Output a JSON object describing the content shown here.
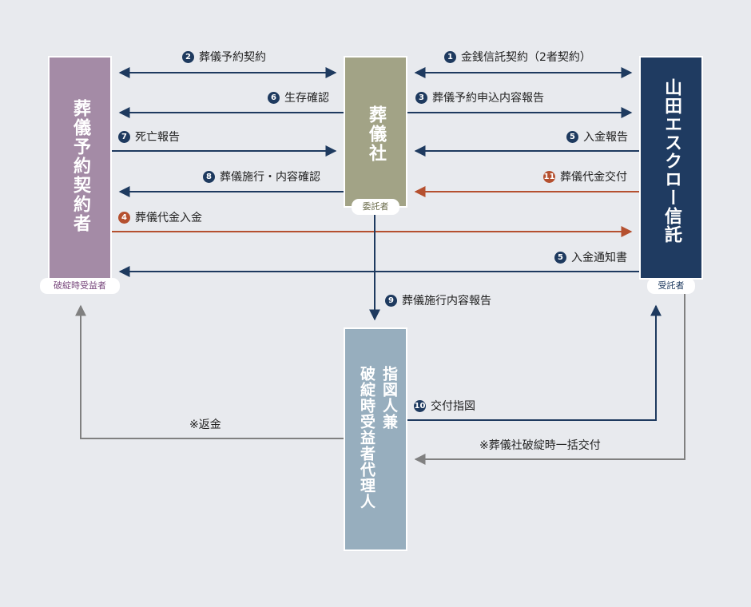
{
  "colors": {
    "navy": "#1e3a5f",
    "orange": "#b5502f",
    "gray": "#808080",
    "purple": "#a48ba6",
    "olive": "#a2a386",
    "steel": "#97aebe",
    "navy_box": "#1f3b61"
  },
  "entities": {
    "contractor": {
      "name": "葬儀予約契約者",
      "role": "破綻時受益者"
    },
    "funeral": {
      "name": "葬儀社",
      "role": "委託者"
    },
    "escrow": {
      "name": "山田エスクロー信託",
      "role": "受託者"
    },
    "agent": {
      "name": "指図人兼 破綻時受益者代理人",
      "line1": "指図人兼",
      "line2": "破綻時受益者代理人"
    }
  },
  "flows": [
    {
      "num": "2",
      "text": "葬儀予約契約",
      "color": "navy"
    },
    {
      "num": "1",
      "text": "金銭信託契約（2者契約）",
      "color": "navy"
    },
    {
      "num": "6",
      "text": "生存確認",
      "color": "navy"
    },
    {
      "num": "3",
      "text": "葬儀予約申込内容報告",
      "color": "navy"
    },
    {
      "num": "7",
      "text": "死亡報告",
      "color": "navy"
    },
    {
      "num": "5",
      "text": "入金報告",
      "color": "navy"
    },
    {
      "num": "8",
      "text": "葬儀施行・内容確認",
      "color": "navy"
    },
    {
      "num": "11",
      "text": "葬儀代金交付",
      "color": "orange"
    },
    {
      "num": "4",
      "text": "葬儀代金入金",
      "color": "orange"
    },
    {
      "num": "5",
      "text": "入金通知書",
      "color": "navy"
    },
    {
      "num": "9",
      "text": "葬儀施行内容報告",
      "color": "navy"
    },
    {
      "num": "10",
      "text": "交付指図",
      "color": "navy"
    }
  ],
  "notes": {
    "refund": "※返金",
    "bankrupt": "※葬儀社破綻時一括交付"
  }
}
